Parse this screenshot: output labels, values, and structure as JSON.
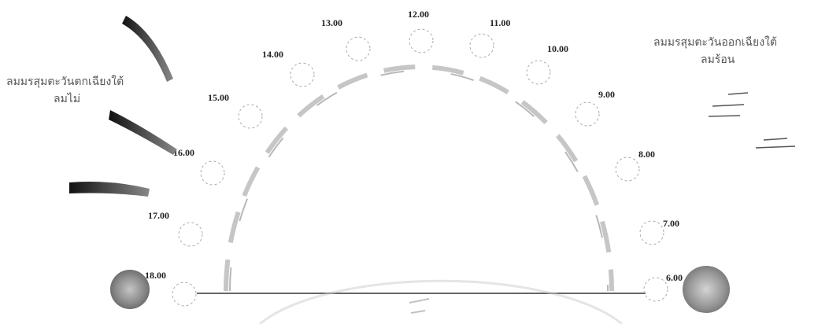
{
  "diagram": {
    "hours": [
      {
        "label": "6.00"
      },
      {
        "label": "7.00"
      },
      {
        "label": "8.00"
      },
      {
        "label": "9.00"
      },
      {
        "label": "10.00"
      },
      {
        "label": "11.00"
      },
      {
        "label": "12.00"
      },
      {
        "label": "13.00"
      },
      {
        "label": "14.00"
      },
      {
        "label": "15.00"
      },
      {
        "label": "16.00"
      },
      {
        "label": "17.00"
      },
      {
        "label": "18.00"
      }
    ],
    "wind_west": {
      "line1": "ลมมรสุมตะวันตกเฉียงใต้",
      "line2": "ลมไม่"
    },
    "wind_east": {
      "line1": "ลมมรสุมตะวันออกเฉียงใต้",
      "line2": "ลมร้อน"
    }
  }
}
